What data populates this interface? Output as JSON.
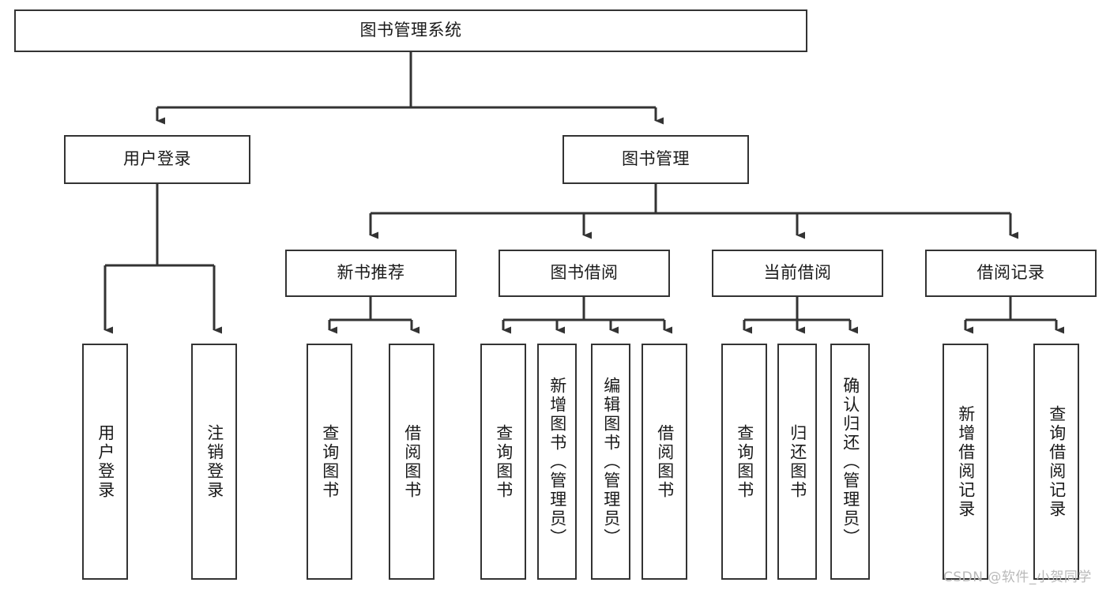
{
  "diagram": {
    "title": "图书管理系统",
    "type": "hierarchy-tree",
    "root": {
      "label": "图书管理系统"
    },
    "level2": [
      {
        "label": "用户登录"
      },
      {
        "label": "图书管理"
      }
    ],
    "level3": [
      {
        "label": "新书推荐"
      },
      {
        "label": "图书借阅"
      },
      {
        "label": "当前借阅"
      },
      {
        "label": "借阅记录"
      }
    ],
    "leaves": {
      "user_login": [
        {
          "label": "用户登录"
        },
        {
          "label": "注销登录"
        }
      ],
      "new_book_recommend": [
        {
          "label": "查询图书"
        },
        {
          "label": "借阅图书"
        }
      ],
      "book_borrow": [
        {
          "label": "查询图书"
        },
        {
          "label": "新增图书（管理员）"
        },
        {
          "label": "编辑图书（管理员）"
        },
        {
          "label": "借阅图书"
        }
      ],
      "current_borrow": [
        {
          "label": "查询图书"
        },
        {
          "label": "归还图书"
        },
        {
          "label": "确认归还（管理员）"
        }
      ],
      "borrow_record": [
        {
          "label": "新增借阅记录"
        },
        {
          "label": "查询借阅记录"
        }
      ]
    },
    "watermark": "CSDN @软件_小贺同学",
    "colors": {
      "stroke": "#333333",
      "fill": "#ffffff",
      "text": "#1a1a1a",
      "watermark": "#b9b9b9"
    }
  }
}
